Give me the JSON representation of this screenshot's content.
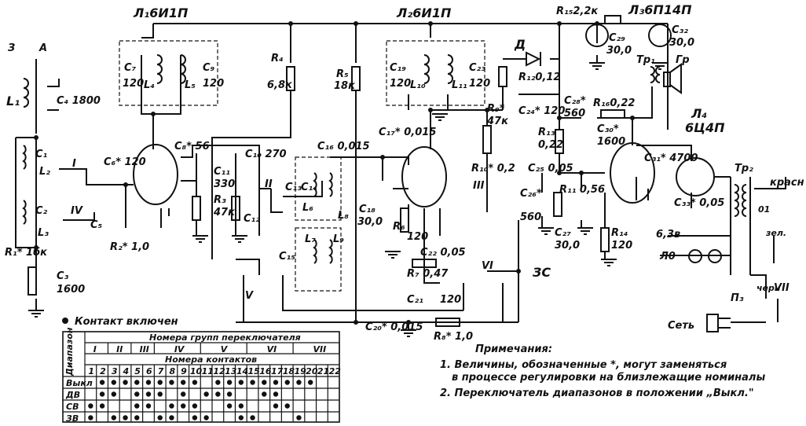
{
  "tubes": [
    {
      "key": "L1",
      "text": "Л₁6И1П"
    },
    {
      "key": "L2",
      "text": "Л₂6И1П"
    },
    {
      "key": "L3",
      "text": "Л₃6П14П"
    },
    {
      "key": "L4a",
      "text": "Л₄"
    },
    {
      "key": "L4b",
      "text": "6Ц4П"
    }
  ],
  "antenna": {
    "ground": "З",
    "antenna": "А"
  },
  "labels": {
    "L1": "L₁",
    "C4": "C₄ 1800",
    "L2": "L₂",
    "C1": "C₁",
    "L3": "L₃",
    "C2": "C₂",
    "R1": "R₁* 1бк",
    "C3": "C₃",
    "C3v": "1600",
    "C7": "C₇",
    "C7v": "120",
    "L4": "L₄",
    "L5": "L₅",
    "C9": "C₉",
    "C9v": "120",
    "R4": "R₄",
    "R4v": "6,8к",
    "R5": "R₅",
    "R5v": "18к",
    "C19": "C₁₉",
    "C19v": "120",
    "L10": "L₁₀",
    "L11": "L₁₁",
    "C23": "C₂₃",
    "C23v": "120",
    "D": "Д",
    "R12": "R₁₂0,12",
    "C24": "C₂₄* 120",
    "R15": "R₁₅2,2к",
    "C29": "C₂₉",
    "C29v": "30,0",
    "C32": "C₃₂",
    "C32v": "30,0",
    "Tr1": "Тр₁",
    "Gr": "Гр",
    "C28": "C₂₈*",
    "C28v": "560",
    "R16": "R₁₆0,22",
    "R13": "R₁₃",
    "R13v": "0,22",
    "C30": "C₃₀*",
    "C30v": "1600",
    "C31": "C₃₁* 4700",
    "R9": "R₉*",
    "R9v": "47к",
    "C6": "C₆* 120",
    "C8": "C₈* 56",
    "C10": "C₁₀ 270",
    "C11": "C₁₁",
    "C11v": "330",
    "R3": "R₃",
    "R3v": "47к",
    "C12": "C₁₂",
    "C13": "C₁₃",
    "C14": "C₁₄",
    "L6": "L₆",
    "L8": "L₈",
    "C16": "C₁₆ 0,015",
    "C17": "C₁₇* 0,015",
    "R10": "R₁₀* 0,2",
    "C25": "C₂₅ 0,05",
    "C26": "C₂₆*",
    "C26v": "560",
    "R11": "R₁₁ 0,56",
    "C27": "C₂₇",
    "C27v": "30,0",
    "R14": "R₁₄",
    "R14v": "120",
    "C18": "C₁₈",
    "C18v": "30,0",
    "R6": "R₆",
    "R6v": "120",
    "C22": "C₂₂ 0,05",
    "R7": "R₇ 0,47",
    "C21": "C₂₁",
    "C21v": "120",
    "C15": "C₁₅",
    "L7": "L₇",
    "L9": "L₉",
    "C5": "C₅",
    "R2": "R₂* 1,0",
    "ZS": "ЗС",
    "C20": "C₂₀* 0,015",
    "R8": "R₈* 1,0",
    "Tr2": "Тр₂",
    "kras": "красн",
    "zel": "зел.",
    "cher": "черн",
    "v63": "6,3в",
    "L0": "Л0",
    "set": "Сеть",
    "P3": "П₃",
    "C33": "C₃₃* 0,05",
    "winding01": "01"
  },
  "switch_groups": [
    "I",
    "II",
    "III",
    "IV",
    "V",
    "VI",
    "VII"
  ],
  "notes": {
    "legend": "Контакт включен",
    "title": "Примечания:",
    "line1": "1. Величины, обозначенные *, могут заменяться",
    "line2": "в процессе регулировки на близлежащие номиналы",
    "line3": "2. Переключатель диапазонов в положении „Выкл.\""
  },
  "table": {
    "corner": "Диапазон",
    "groups_header": "Номера групп переключателя",
    "contacts_header": "Номера контактов",
    "groups": [
      "I",
      "II",
      "III",
      "IV",
      "V",
      "VI",
      "VII"
    ],
    "contacts": [
      "1",
      "2",
      "3",
      "4",
      "5",
      "6",
      "7",
      "8",
      "9",
      "10",
      "11",
      "12",
      "13",
      "14",
      "15",
      "16",
      "17",
      "18",
      "19",
      "20",
      "21",
      "22"
    ],
    "rows": [
      {
        "label": "Выкл",
        "on": [
          2,
          3,
          4,
          5,
          6,
          7,
          8,
          9,
          10,
          12,
          13,
          14,
          15,
          16,
          17,
          18,
          19,
          20
        ]
      },
      {
        "label": "ДВ",
        "on": [
          2,
          3,
          5,
          6,
          7,
          9,
          11,
          12,
          13,
          16,
          17
        ]
      },
      {
        "label": "СВ",
        "on": [
          1,
          2,
          5,
          6,
          8,
          9,
          10,
          13,
          14,
          17,
          18
        ]
      },
      {
        "label": "ЗВ",
        "on": [
          1,
          3,
          4,
          5,
          7,
          8,
          10,
          11,
          14,
          15,
          19
        ]
      }
    ]
  }
}
